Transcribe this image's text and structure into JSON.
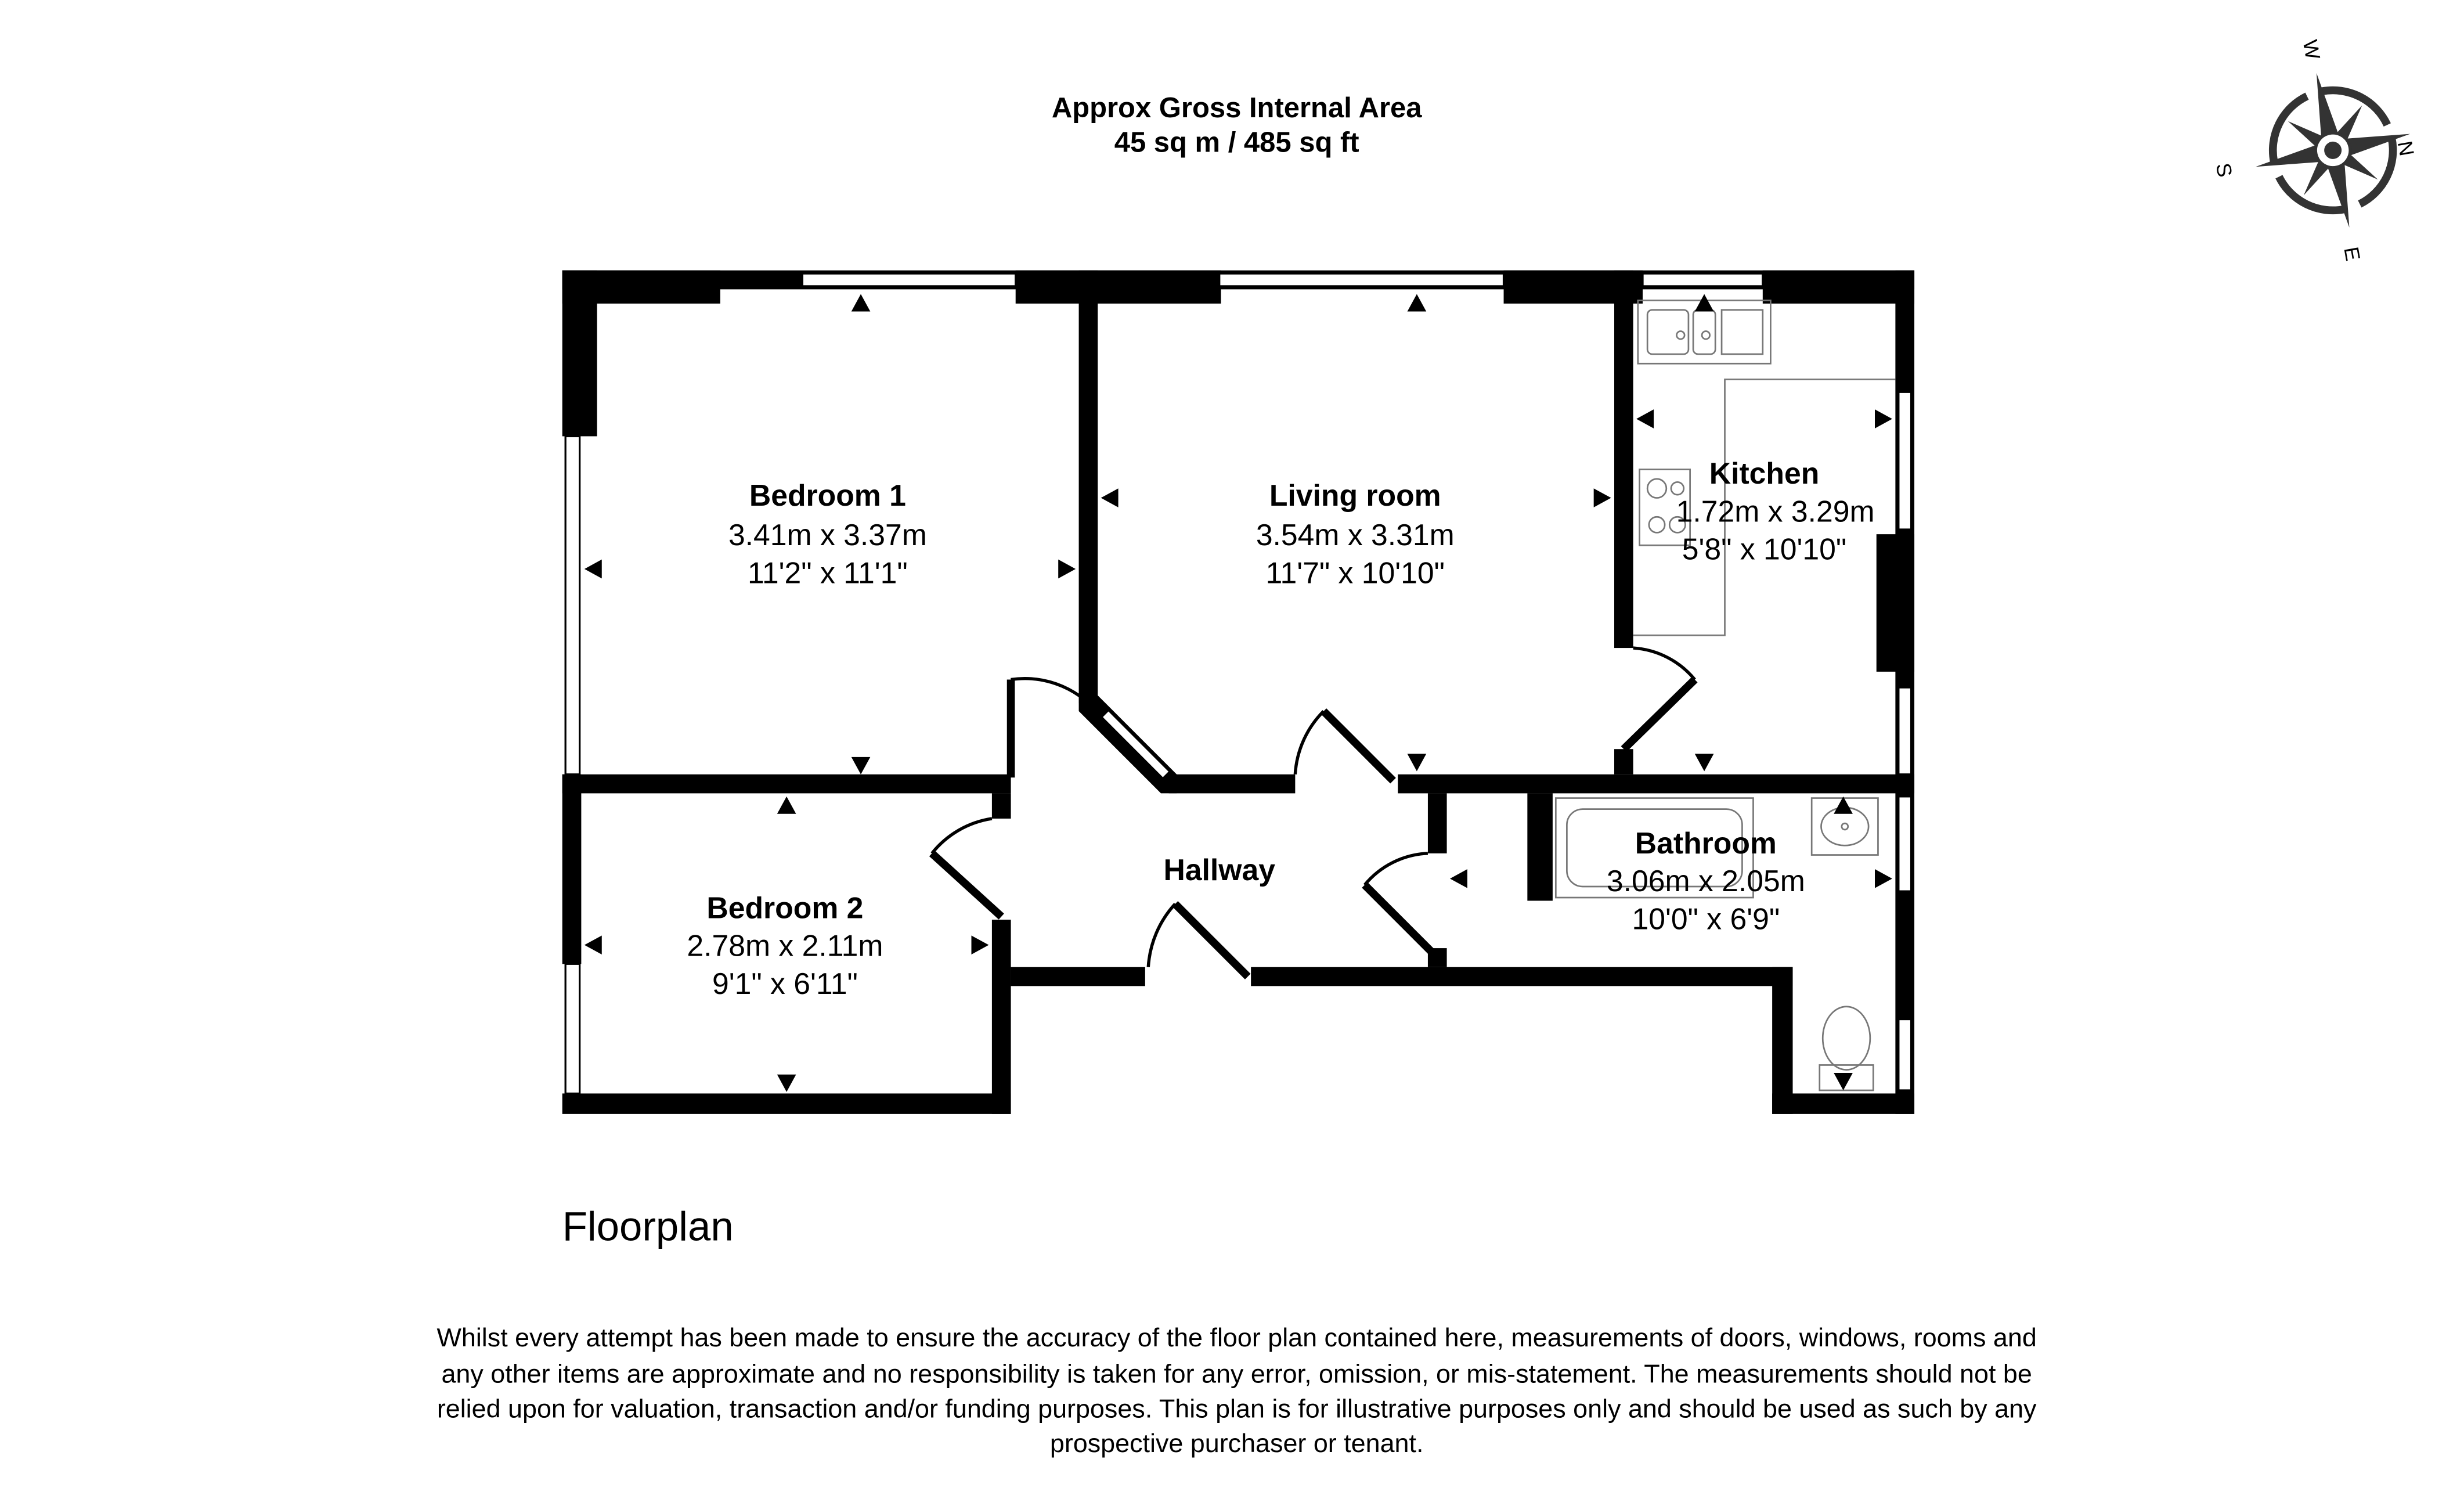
{
  "header": {
    "title": "Approx Gross Internal Area",
    "area": "45 sq m / 485 sq ft"
  },
  "compass": {
    "n": "N",
    "s": "S",
    "e": "E",
    "w": "W"
  },
  "rooms": [
    {
      "name": "Bedroom 1",
      "metric": "3.41m x 3.37m",
      "imperial": "11'2\" x 11'1\""
    },
    {
      "name": "Living room",
      "metric": "3.54m x 3.31m",
      "imperial": "11'7\" x 10'10\""
    },
    {
      "name": "Kitchen",
      "metric": "1.72m x 3.29m",
      "imperial": "5'8\" x 10'10\""
    },
    {
      "name": "Bedroom 2",
      "metric": "2.78m x 2.11m",
      "imperial": "9'1\" x 6'11\""
    },
    {
      "name": "Bathroom",
      "metric": "3.06m x 2.05m",
      "imperial": "10'0\" x 6'9\""
    },
    {
      "name": "Hallway"
    }
  ],
  "floor_label": "Floorplan",
  "disclaimer": [
    "Whilst every attempt has been made to ensure the accuracy of the floor plan contained here, measurements of doors, windows, rooms and",
    "any other items are approximate and no responsibility is taken for any error, omission, or mis-statement. The measurements should not be",
    "relied upon for valuation, transaction and/or funding purposes. This plan is for illustrative purposes only and should be used as such by any",
    "prospective purchaser or tenant."
  ]
}
